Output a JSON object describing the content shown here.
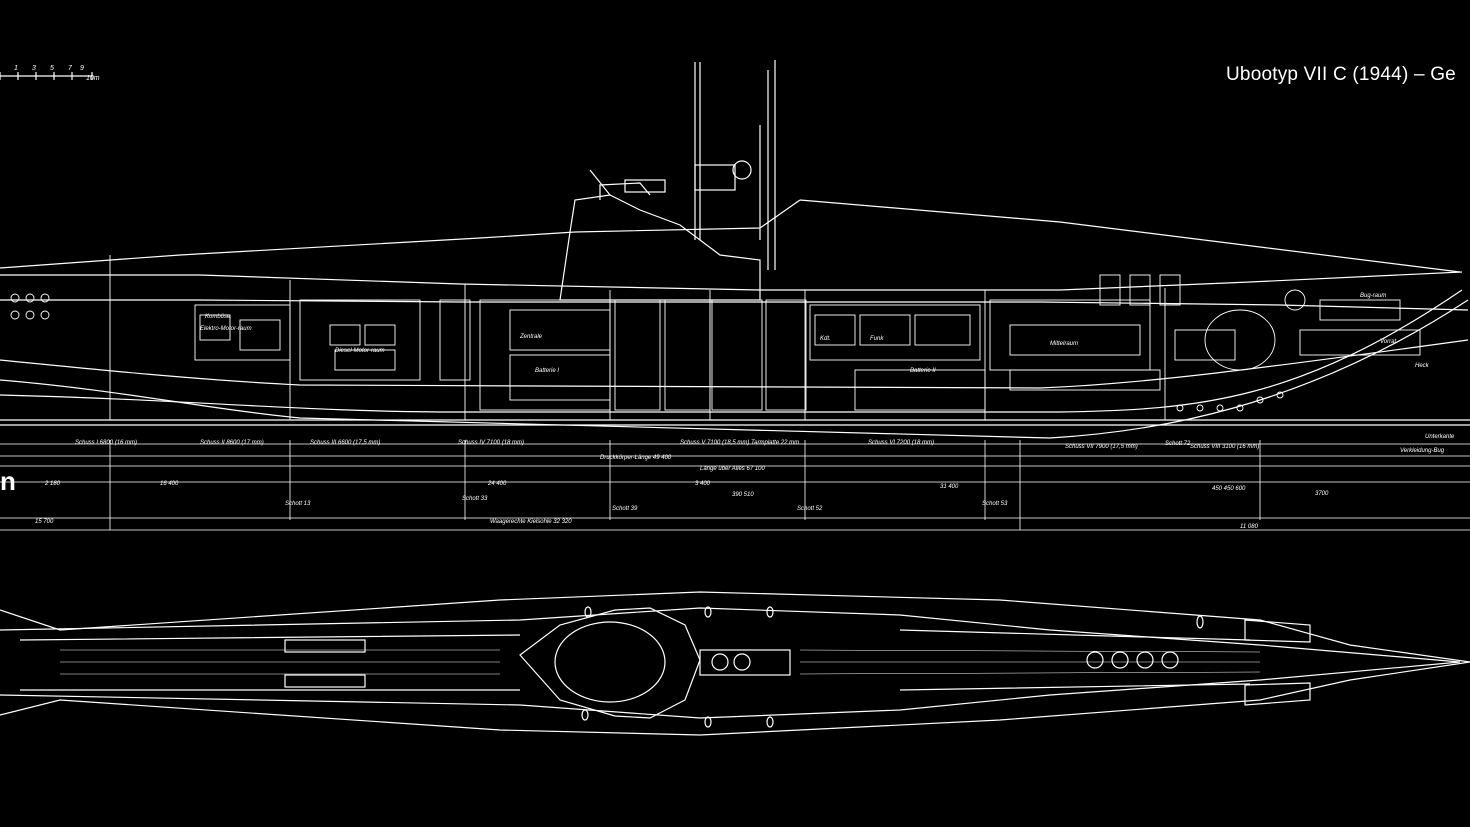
{
  "header": {
    "title": "Ubootyp VII C (1944) – Ge"
  },
  "edge_fragment": "n",
  "scale": {
    "ticks": [
      "1",
      "3",
      "5",
      "7",
      "9",
      "10m"
    ]
  },
  "side_view": {
    "compartment_labels": [
      "Kombüse",
      "Elektro-Motor-raum",
      "Diesel-Motor-raum",
      "Zentrale",
      "Bug-raum",
      "Vorrat",
      "Heck",
      "Kdt.",
      "Funk",
      "Batterie I",
      "Batterie II",
      "Mittelraum"
    ]
  },
  "dimensions": {
    "row1": [
      "Schuss I 6800 (16 mm)",
      "Schuss II 8600 (17 mm)",
      "Schuss III 6600 (17,5 mm)",
      "Schuss IV 7100 (18 mm)",
      "Schuss V 7100 (18,5 mm) Tarmplatte 22 mm",
      "Schuss VI 7200 (18 mm)",
      "Schuss VII 7900 (17,5 mm)",
      "Schuss VIII 3100 (16 mm)",
      "Unterkante",
      "Verkleidung-Bug"
    ],
    "row2": [
      "Druckkörper-Länge 49 400",
      "Länge über Alles 67 100"
    ],
    "row3": [
      "2 180",
      "16 400",
      "24 400",
      "3 400",
      "390 510",
      "31 400",
      "450 450 600",
      "3700"
    ],
    "row4": [
      "15 700",
      "Waagerechte Kielsohle 32 320",
      "11 080"
    ],
    "frame_labels": [
      "Schott 13",
      "Schott 33",
      "Schott 39",
      "Schott 52",
      "Schott 53",
      "Schott 72"
    ]
  },
  "colors": {
    "background": "#000000",
    "lines": "#ffffff"
  }
}
